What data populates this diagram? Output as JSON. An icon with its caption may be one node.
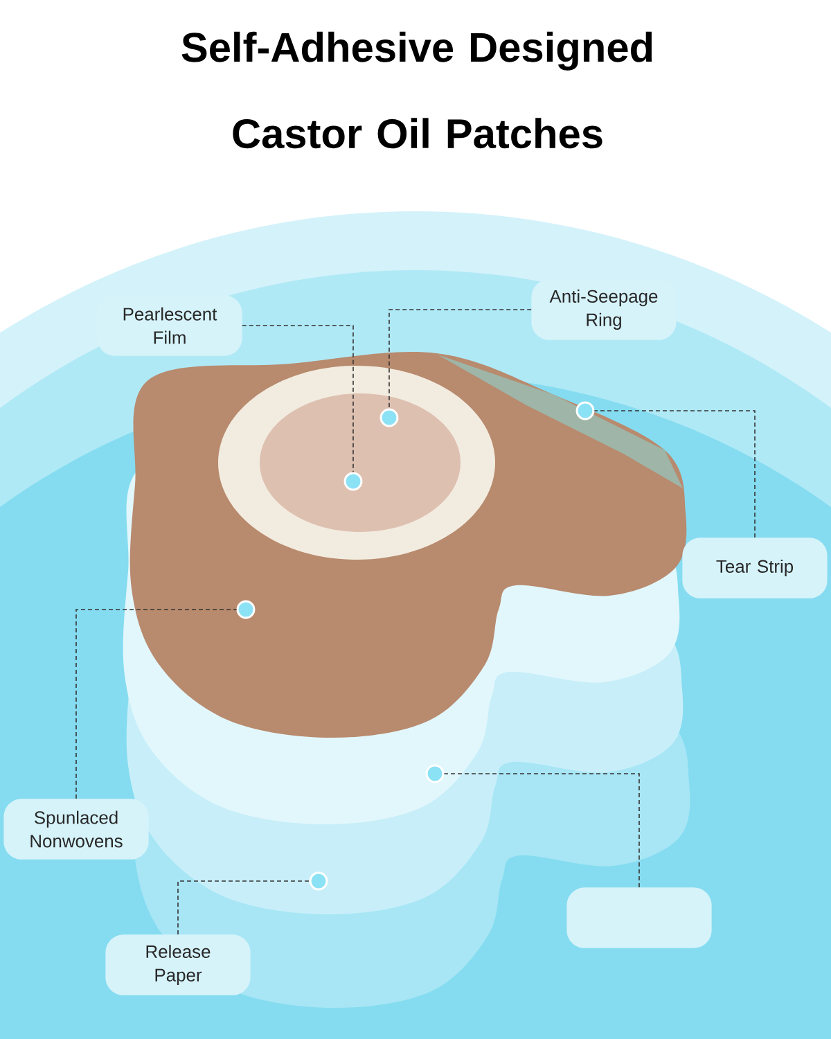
{
  "diagram": {
    "title": "Self-Adhesive Designed Castor Oil Patches",
    "nodes": [
      {
        "text": [
          "Pearlescent Film"
        ]
      },
      {
        "text": [
          "Anti-Seepage Ring"
        ]
      },
      {
        "text": [
          "Tear Strip"
        ]
      },
      {
        "text": [
          "Spunlaced Nonwovens"
        ]
      },
      {
        "text": [],
        "shape": "box"
      },
      {
        "text": [
          "Release Paper"
        ]
      },
      {
        "text": [],
        "shape": "circle"
      },
      {
        "text": [],
        "shape": "circle"
      },
      {
        "text": [],
        "shape": "circle"
      },
      {
        "text": [],
        "shape": "circle"
      },
      {
        "text": [],
        "shape": "circle"
      },
      {
        "text": [],
        "shape": "circle"
      }
    ],
    "edges": [
      {
        "from": 0,
        "to": 6,
        "arrow": "none",
        "style": "dashed"
      },
      {
        "from": 1,
        "to": 7,
        "arrow": "none",
        "style": "dashed"
      },
      {
        "from": 2,
        "to": 8,
        "arrow": "none",
        "style": "dashed"
      },
      {
        "from": 3,
        "to": 9,
        "arrow": "none",
        "style": "dashed"
      },
      {
        "from": 4,
        "to": 10,
        "arrow": "none",
        "style": "dashed"
      },
      {
        "from": 5,
        "to": 11,
        "arrow": "none",
        "style": "dashed"
      }
    ]
  }
}
